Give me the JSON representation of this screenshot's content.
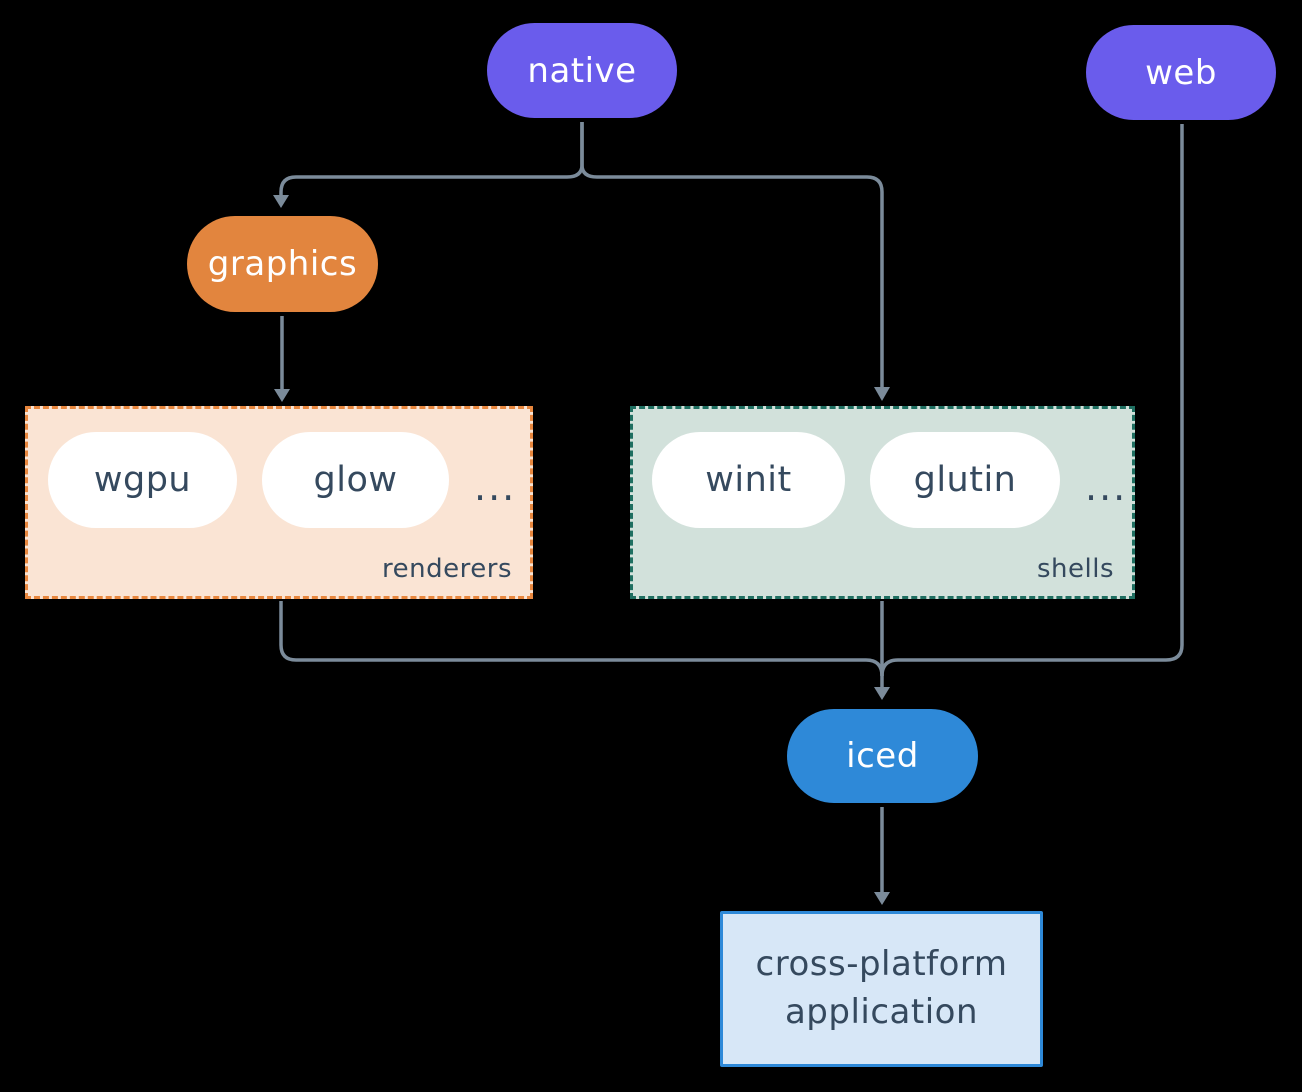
{
  "colors": {
    "bg": "#000000",
    "line": "#7b8b9a",
    "purple": "#6a5cec",
    "orange": "#e2853e",
    "blue": "#2e89d8",
    "dark": "#35495e",
    "white": "#ffffff",
    "renderers_bg": "#fae4d4",
    "renderers_border": "#e8873e",
    "shells_bg": "#d2e1db",
    "shells_border": "#1f6f61",
    "app_bg": "#d7e7f7",
    "app_border": "#2e89d8"
  },
  "nodes": {
    "native": {
      "label": "native"
    },
    "web": {
      "label": "web"
    },
    "graphics": {
      "label": "graphics"
    },
    "iced": {
      "label": "iced"
    },
    "wgpu": {
      "label": "wgpu"
    },
    "glow": {
      "label": "glow"
    },
    "winit": {
      "label": "winit"
    },
    "glutin": {
      "label": "glutin"
    },
    "app": {
      "line1": "cross-platform",
      "line2": "application"
    }
  },
  "groups": {
    "renderers": {
      "label": "renderers",
      "ellipsis": "..."
    },
    "shells": {
      "label": "shells",
      "ellipsis": "..."
    }
  },
  "edges": [
    {
      "from": "native",
      "to": "graphics"
    },
    {
      "from": "native",
      "to": "shells"
    },
    {
      "from": "graphics",
      "to": "renderers"
    },
    {
      "from": "renderers",
      "to": "iced"
    },
    {
      "from": "shells",
      "to": "iced"
    },
    {
      "from": "web",
      "to": "iced"
    },
    {
      "from": "iced",
      "to": "cross-platform application"
    }
  ]
}
